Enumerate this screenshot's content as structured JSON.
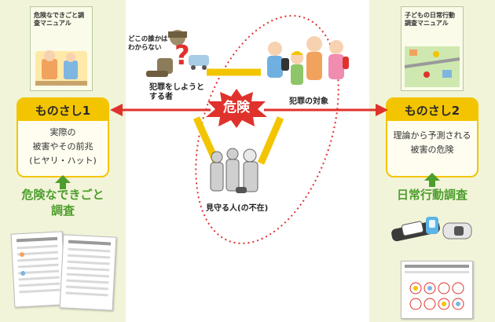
{
  "left": {
    "manual_title": "危険なできごと調査マニュアル",
    "ruler_title": "ものさし1",
    "ruler_lines": [
      "実際の",
      "被害やその前兆",
      "(ヒヤリ・ハット)"
    ],
    "method_lines": [
      "危険なできごと",
      "調査"
    ]
  },
  "right": {
    "manual_title": "子どもの日常行動調査マニュアル",
    "ruler_title": "ものさし2",
    "ruler_lines": [
      "理論から予測される",
      "被害の危険"
    ],
    "method_title": "日常行動調査"
  },
  "center": {
    "unknown_label": [
      "どこの誰かは",
      "わからない"
    ],
    "offender_label": [
      "犯罪をしようと",
      "する者"
    ],
    "target_label": "犯罪の対象",
    "guardian_label": "見守る人(の不在)",
    "danger_label": "危険"
  },
  "colors": {
    "ruler_yellow": "#f3c500",
    "arrow_red": "#e0322c",
    "method_green": "#4d9e2d",
    "panel_bg": "#f2f4d9"
  }
}
